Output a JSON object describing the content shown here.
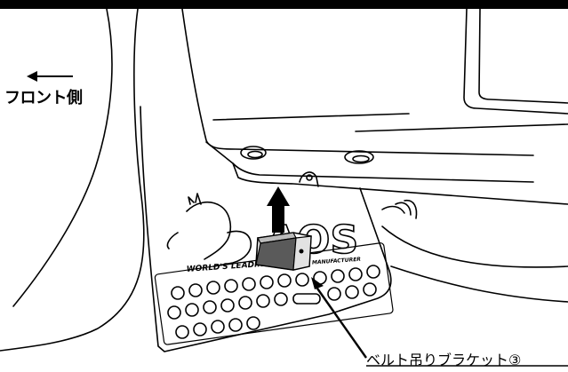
{
  "front_label": "フロント側",
  "bracket_label": "ベルト吊りブラケット③",
  "logo": {
    "brand": "AOS",
    "tagline_left": "WORLD'S LEADIN",
    "tagline_right": "T MANUFACTURER"
  },
  "colors": {
    "line": "#000000",
    "background": "#ffffff",
    "bracket_fill": "#4a4a4a",
    "bracket_face": "#d8d8d8"
  }
}
